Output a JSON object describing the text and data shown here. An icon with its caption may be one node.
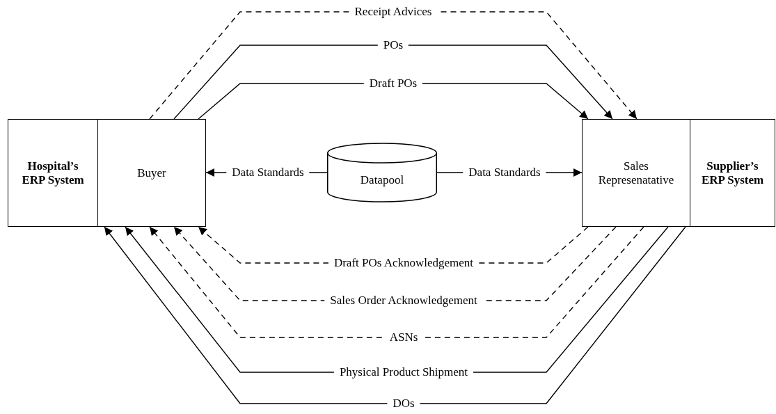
{
  "diagram": {
    "nodes": [
      {
        "text": [
          "Hospital’s ERP System"
        ]
      },
      {
        "text": [
          "Buyer"
        ]
      },
      {
        "text": [
          "Datapool"
        ]
      },
      {
        "text": [
          "Sales Represenatative"
        ]
      },
      {
        "text": [
          "Supplier’s ERP System"
        ]
      }
    ],
    "edges": [
      {
        "from": 1,
        "to": 3,
        "arrow": "to",
        "label": "Receipt Advices",
        "style": "dashed"
      },
      {
        "from": 1,
        "to": 3,
        "arrow": "to",
        "label": "POs"
      },
      {
        "from": 1,
        "to": 3,
        "arrow": "to",
        "label": "Draft POs"
      },
      {
        "from": 2,
        "to": 1,
        "arrow": "to",
        "label": "Data Standards"
      },
      {
        "from": 2,
        "to": 3,
        "arrow": "to",
        "label": "Data Standards"
      },
      {
        "from": 3,
        "to": 1,
        "arrow": "to",
        "label": "Draft POs Acknowledgement",
        "style": "dashed"
      },
      {
        "from": 3,
        "to": 1,
        "arrow": "to",
        "label": "Sales Order Acknowledgement",
        "style": "dashed"
      },
      {
        "from": 3,
        "to": 1,
        "arrow": "to",
        "label": "ASNs",
        "style": "dashed"
      },
      {
        "from": 3,
        "to": 1,
        "arrow": "to",
        "label": "Physical Product Shipment"
      },
      {
        "from": 3,
        "to": 1,
        "arrow": "to",
        "label": "DOs"
      }
    ]
  }
}
